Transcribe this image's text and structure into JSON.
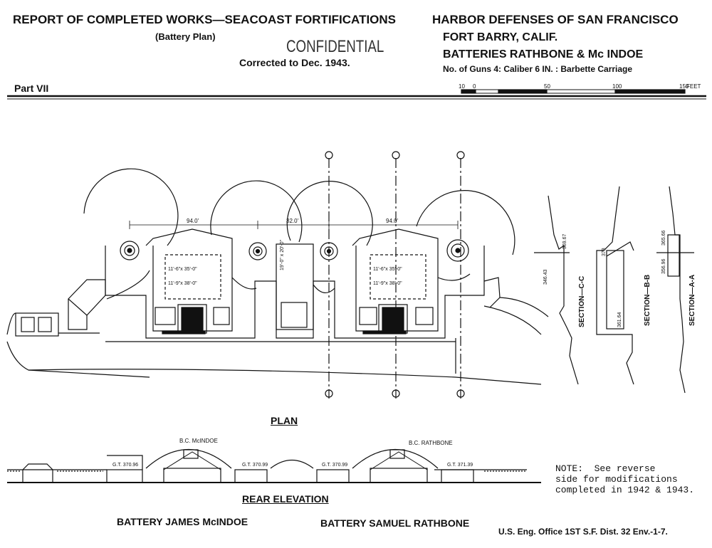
{
  "header": {
    "title": "REPORT OF COMPLETED WORKS—SEACOAST FORTIFICATIONS",
    "subtitle": "(Battery   Plan)",
    "stamp": "CONFIDENTIAL",
    "corrected": "Corrected to Dec. 1943.",
    "harbor": "HARBOR DEFENSES OF SAN FRANCISCO",
    "fort": "FORT BARRY, CALIF.",
    "batteries": "BATTERIES RATHBONE & Mc INDOE",
    "guns": "No. of Guns 4: Caliber 6 IN. : Barbette Carriage",
    "part": "Part VII"
  },
  "scale": {
    "ticks": [
      "10",
      "0",
      "50",
      "100",
      "150"
    ],
    "unit": "FEET"
  },
  "plan": {
    "label": "PLAN",
    "dims": [
      "94.0'",
      "32.0'",
      "94.0'"
    ],
    "rooms": [
      "11'-6\"x 35'-0\"",
      "11'-9\"x 38'-0\"",
      "11'-6\"x 35'-0\"",
      "11'-9\"x 38'-0\"",
      "19'-0\" x 20'-0\""
    ]
  },
  "sections": [
    {
      "label": "SECTION—C-C",
      "elev1": "369.67",
      "elev2": "346.43"
    },
    {
      "label": "SECTION—B-B",
      "elev1": "378",
      "elev2": "361.64"
    },
    {
      "label": "SECTION—A-A",
      "elev1": "365.66",
      "elev2": "356.96"
    }
  ],
  "elevation": {
    "label": "REAR ELEVATION",
    "bc1": "B.C. McINDOE",
    "bc2": "B.C. RATHBONE",
    "gt": [
      "G.T. 370.96",
      "G.T. 370.99",
      "G.T. 370.99",
      "G.T. 371.39"
    ]
  },
  "names": {
    "battery1": "BATTERY JAMES McINDOE",
    "battery2": "BATTERY SAMUEL RATHBONE"
  },
  "note": "NOTE:  See reverse\nside for modifications\ncompleted in 1942 & 1943.",
  "footer": "U.S. Eng. Office 1ST S.F. Dist.   32 Env.-1-7."
}
